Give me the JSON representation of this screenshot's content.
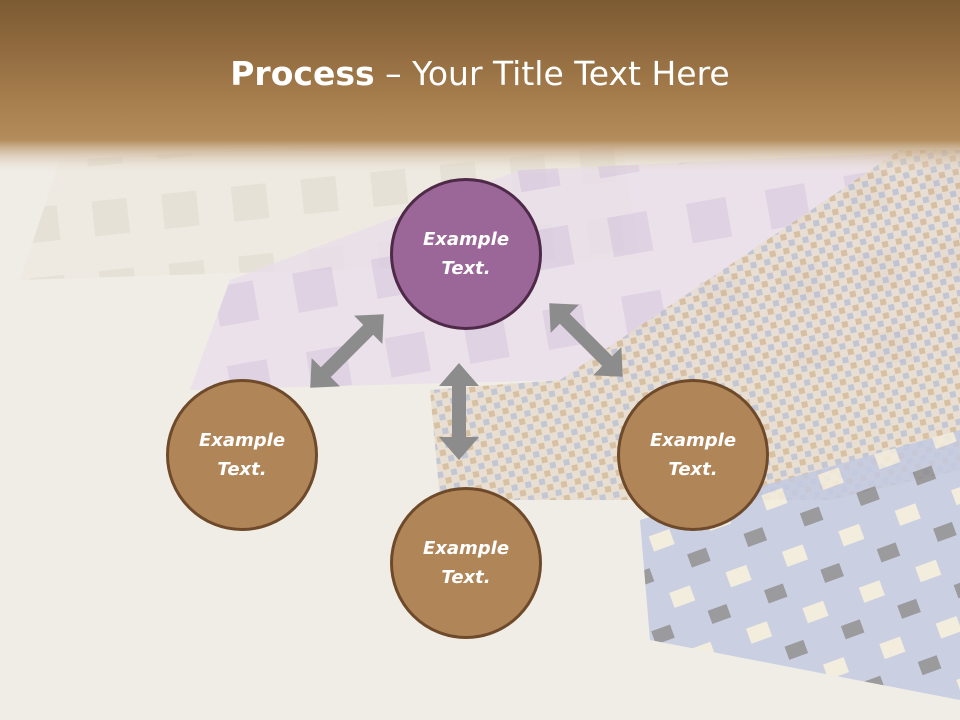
{
  "title": {
    "bold": "Process",
    "rest": " – Your Title Text Here"
  },
  "colors": {
    "header_brown": "#9c7444",
    "center_node": "#9b6698",
    "outer_node": "#b08558",
    "arrow": "#8c8c8c"
  },
  "diagram": {
    "center": {
      "line1": "Example",
      "line2": "Text."
    },
    "left": {
      "line1": "Example",
      "line2": "Text."
    },
    "bottom": {
      "line1": "Example",
      "line2": "Text."
    },
    "right": {
      "line1": "Example",
      "line2": "Text."
    }
  }
}
